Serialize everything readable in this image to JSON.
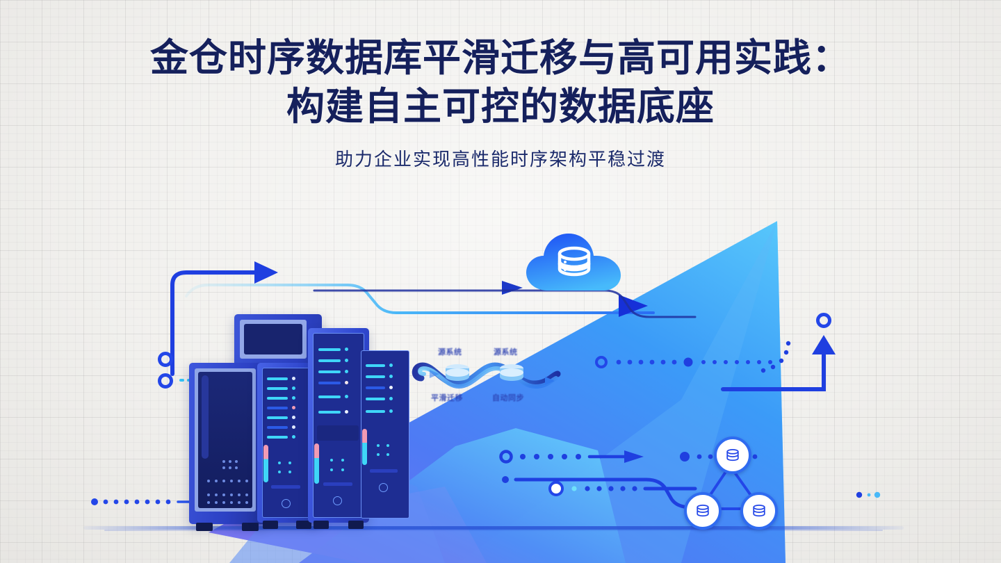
{
  "page": {
    "background_color": "#f0efec",
    "grid": "on"
  },
  "header": {
    "title_line1": "金仓时序数据库平滑迁移与高可用实践：",
    "title_line2": "构建自主可控的数据底座",
    "title_color": "#15205c",
    "subtitle": "助力企业实现高性能时序架构平稳过渡",
    "subtitle_color": "#1b2a6b"
  },
  "illustration": {
    "cloud": {
      "icon_name": "cloud-database-icon",
      "gradient_from": "#1f5cf5",
      "gradient_to": "#3fb2fb"
    },
    "migration_diagram": {
      "icon_name": "infinity-migration-icon",
      "label_source": "源系统",
      "label_target": "源系统",
      "label_bottom_left": "平滑迁移",
      "label_bottom_right": "自动同步",
      "color": "#2a3fb0"
    },
    "server_racks": {
      "icon_name": "server-rack-icon",
      "count": 4,
      "body_color": "#2b44c9",
      "panel_color": "#1b2a8e",
      "led_color": "#35d0f7",
      "accent_color": "#f19bb4"
    },
    "db_cluster": {
      "icon_name": "database-cluster-icon",
      "node_count": 3,
      "node_border_color": "#2f6bf0",
      "node_fill_color": "#ffffff"
    },
    "growth_chart": {
      "icon_name": "growth-mountain-shape",
      "gradient_from": "#6f74f0",
      "gradient_mid": "#3b82f6",
      "gradient_to": "#5cc6fb"
    },
    "arrows": {
      "icon_name": "flow-arrow-icon",
      "primary_color": "#1e40e8",
      "secondary_color": "#3fa9f5",
      "count": 6
    },
    "markers": {
      "icon_name": "ring-marker-icon",
      "color": "#2346e8",
      "count": 4
    },
    "ground_line": {
      "icon_name": "ground-line",
      "color": "#2b55d6"
    }
  }
}
